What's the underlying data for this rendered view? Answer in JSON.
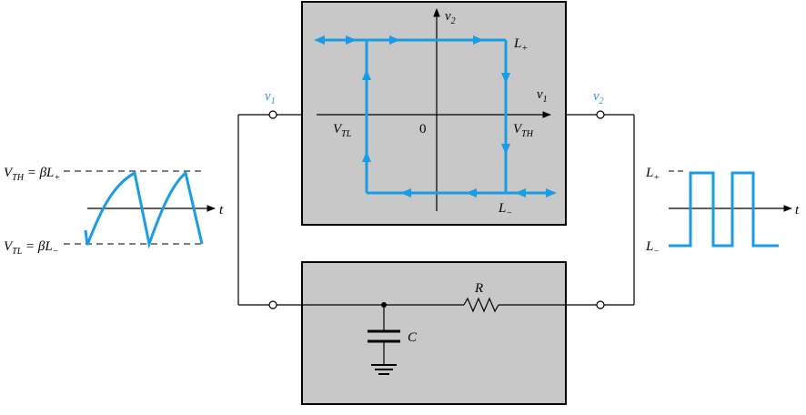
{
  "colors": {
    "signal": "#1a9be6",
    "box_fill": "#c8c8c8",
    "wire": "#000000"
  },
  "hysteresis": {
    "axis_v2": "v",
    "axis_v2_sub": "2",
    "axis_v1": "v",
    "axis_v1_sub": "1",
    "origin": "0",
    "L_plus": "L",
    "L_plus_sub": "+",
    "L_minus": "L",
    "L_minus_sub": "−",
    "V_TL": "V",
    "V_TL_sub": "TL",
    "V_TH": "V",
    "V_TH_sub": "TH"
  },
  "terminals": {
    "v1": "v",
    "v1_sub": "1",
    "v2": "v",
    "v2_sub": "2"
  },
  "rc": {
    "R": "R",
    "C": "C"
  },
  "left_wave": {
    "vth_a": "V",
    "vth_a_sub": "TH",
    "vth_b": " = βL",
    "vth_b_sub": "+",
    "vtl_a": "V",
    "vtl_a_sub": "TL",
    "vtl_b": " = βL",
    "vtl_b_sub": "−",
    "t": "t"
  },
  "right_wave": {
    "lp": "L",
    "lp_sub": "+",
    "lm": "L",
    "lm_sub": "−",
    "t": "t"
  }
}
